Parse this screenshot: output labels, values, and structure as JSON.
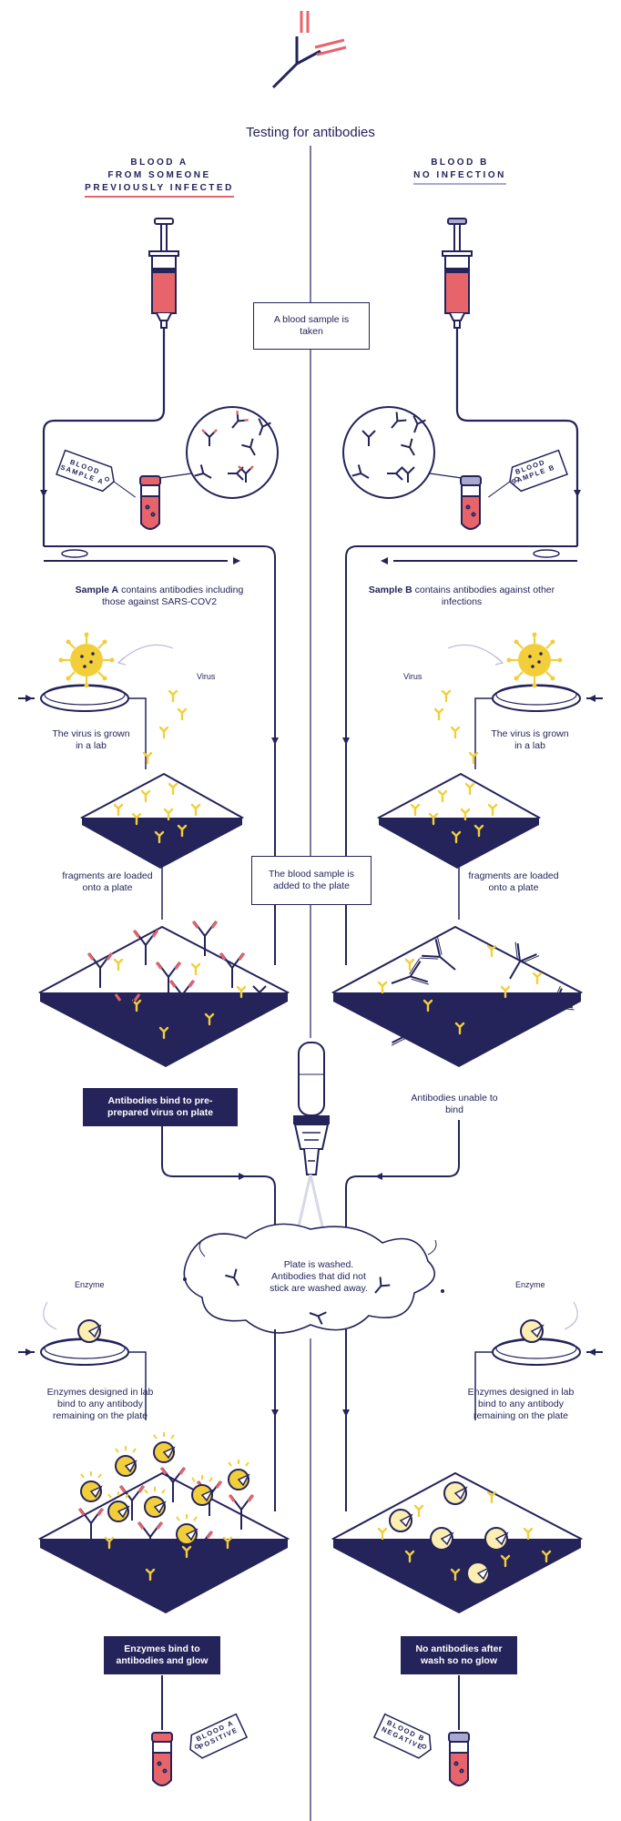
{
  "title": "Testing for antibodies",
  "columns": {
    "left_heading": [
      "BLOOD A",
      "FROM SOMEONE",
      "PREVIOUSLY INFECTED"
    ],
    "right_heading": [
      "BLOOD B",
      "NO INFECTION"
    ]
  },
  "steps": {
    "sample_taken": "A blood sample is taken",
    "sample_a_bold": "Sample A",
    "sample_a_rest": "contains antibodies including those against SARS-COV2",
    "sample_b_bold": "Sample B",
    "sample_b_rest": "contains antibodies against other infections",
    "virus_label": "Virus",
    "virus_grown": "The virus is grown in a lab",
    "fragments": "fragments are loaded onto a plate",
    "added_to_plate": "The blood sample is added to the plate",
    "bind_positive": "Antibodies bind to pre-prepared virus on plate",
    "bind_negative": "Antibodies unable to bind",
    "washed": "Plate is washed. Antibodies that did not stick are washed away.",
    "enzyme_label": "Enzyme",
    "enzymes_designed": "Enzymes designed in lab bind to any antibody remaining on the plate",
    "result_positive": "Enzymes bind to antibodies and glow",
    "result_negative": "No antibodies after wash so no glow"
  },
  "tags": {
    "sample_a": "BLOOD SAMPLE A",
    "sample_b": "BLOOD SAMPLE B",
    "positive": "BLOOD A POSITIVE",
    "negative": "BLOOD B NEGATIVE"
  },
  "colors": {
    "navy": "#24235a",
    "red": "#e8646b",
    "yellow": "#f2cf3a",
    "lilac": "#a9a8cf"
  }
}
